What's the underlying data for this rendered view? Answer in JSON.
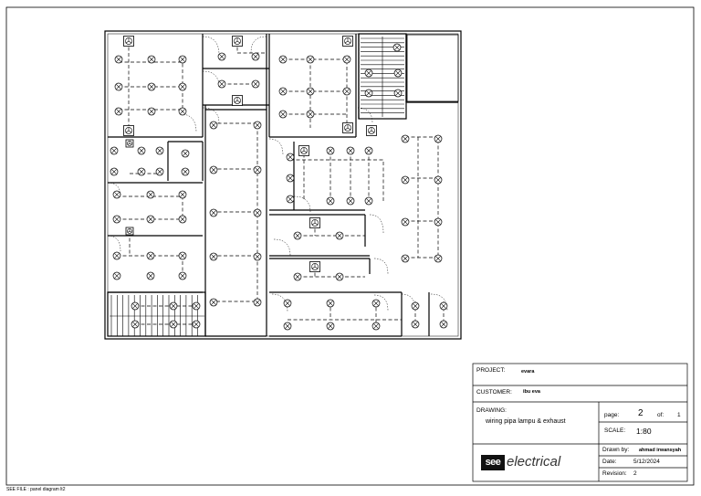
{
  "title_block": {
    "project_label": "PROJECT:",
    "project_value": "evara",
    "customer_label": "CUSTOMER:",
    "customer_value": "ibu eva",
    "drawing_label": "DRAWING:",
    "drawing_value": "wiring pipa lampu & exhaust",
    "page_label": "page:",
    "page_value": "2",
    "of_label": "of:",
    "of_value": "1",
    "scale_label": "SCALE:",
    "scale_value": "1:80",
    "drawn_by_label": "Drawn by:",
    "drawn_by_value": "ahmad irwansyah",
    "date_label": "Date:",
    "date_value": "5/12/2024",
    "revision_label": "Revision:",
    "revision_value": "2"
  },
  "logo": {
    "mark": "see",
    "word": "electrical",
    "icon": "see-electrical-logo"
  },
  "footer": {
    "text": "SEE FILE :   panel diagram lt2"
  },
  "symbols": {
    "lamp": "lamp-icon",
    "exhaust": "exhaust-fan-icon"
  }
}
